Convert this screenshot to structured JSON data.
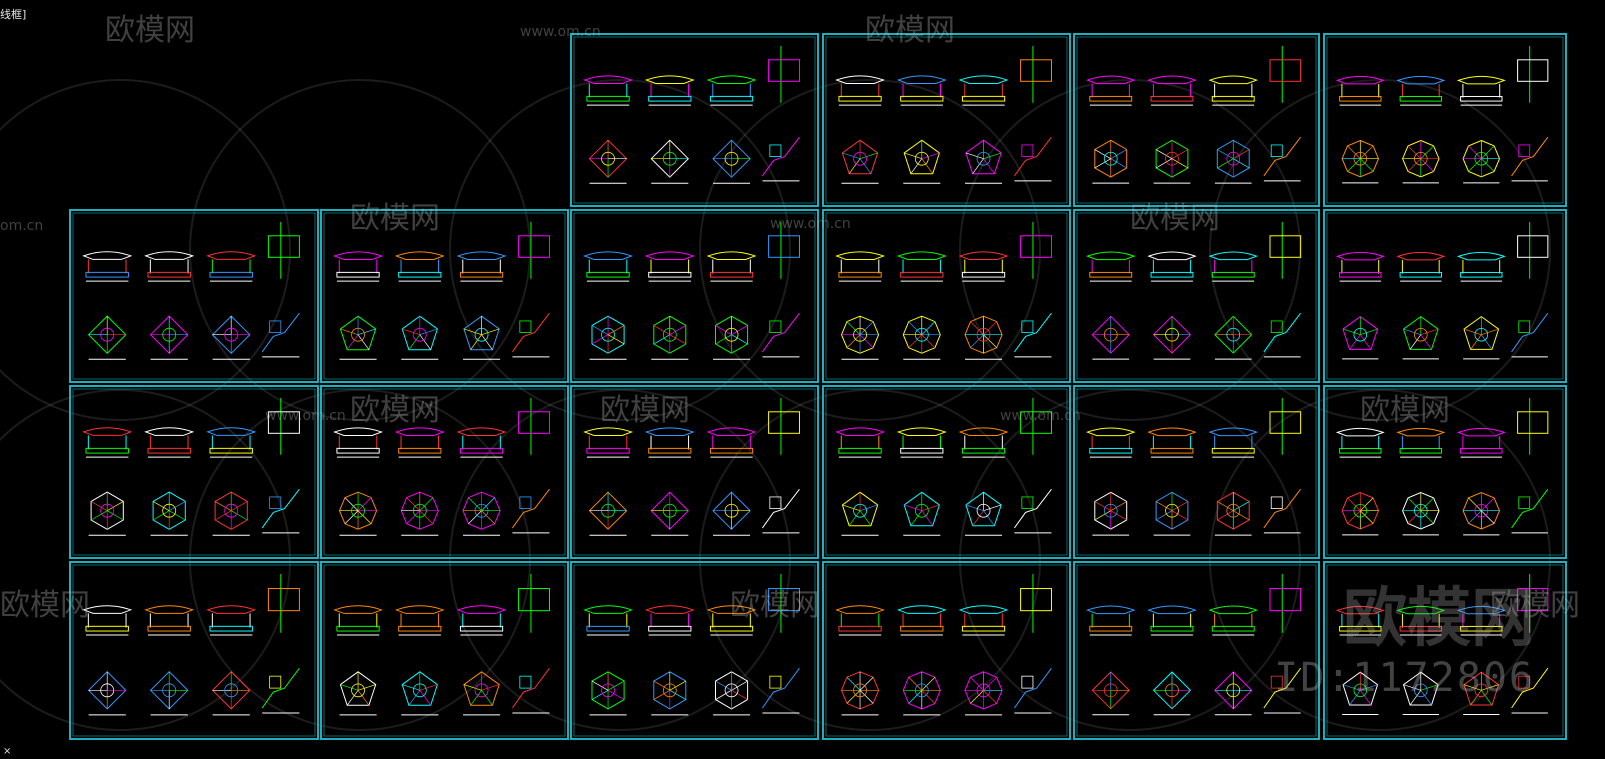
{
  "app": {
    "view_label": "线框]"
  },
  "watermark": {
    "brand": "欧模网",
    "url": "www.om.cn",
    "url_short": "om.cn",
    "id_text": "ID:1172806"
  },
  "colors": {
    "background": "#000000",
    "frame": "#1bb0bd",
    "palette": [
      "#00ff00",
      "#ffff00",
      "#ff3333",
      "#ff00ff",
      "#00ffff",
      "#ffffff",
      "#ff8800",
      "#3399ff"
    ]
  },
  "icons": {
    "cursor": "crosshair-icon"
  }
}
